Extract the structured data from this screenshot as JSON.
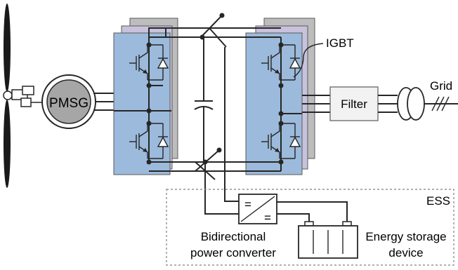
{
  "diagram": {
    "labels": {
      "generator": "PMSG",
      "switch_label": "IGBT",
      "grid": "Grid",
      "filter": "Filter",
      "ess": "ESS",
      "converter_line1": "Bidirectional",
      "converter_line2": "power converter",
      "storage_line1": "Energy storage",
      "storage_line2": "device",
      "dc_symbol": "="
    },
    "colors": {
      "module_front": "#9cbadb",
      "module_back_1": "#c9c2dc",
      "module_back_2": "#bdbdbd",
      "generator_fill": "#a6a6a6",
      "filter_fill": "#f2f2f2",
      "wire": "#262626",
      "ess_border": "#7f7f7f"
    },
    "icons": [
      "wind-turbine-icon",
      "igbt-icon",
      "diode-icon",
      "capacitor-icon",
      "transformer-icon",
      "battery-icon",
      "dc-dc-converter-icon"
    ]
  }
}
